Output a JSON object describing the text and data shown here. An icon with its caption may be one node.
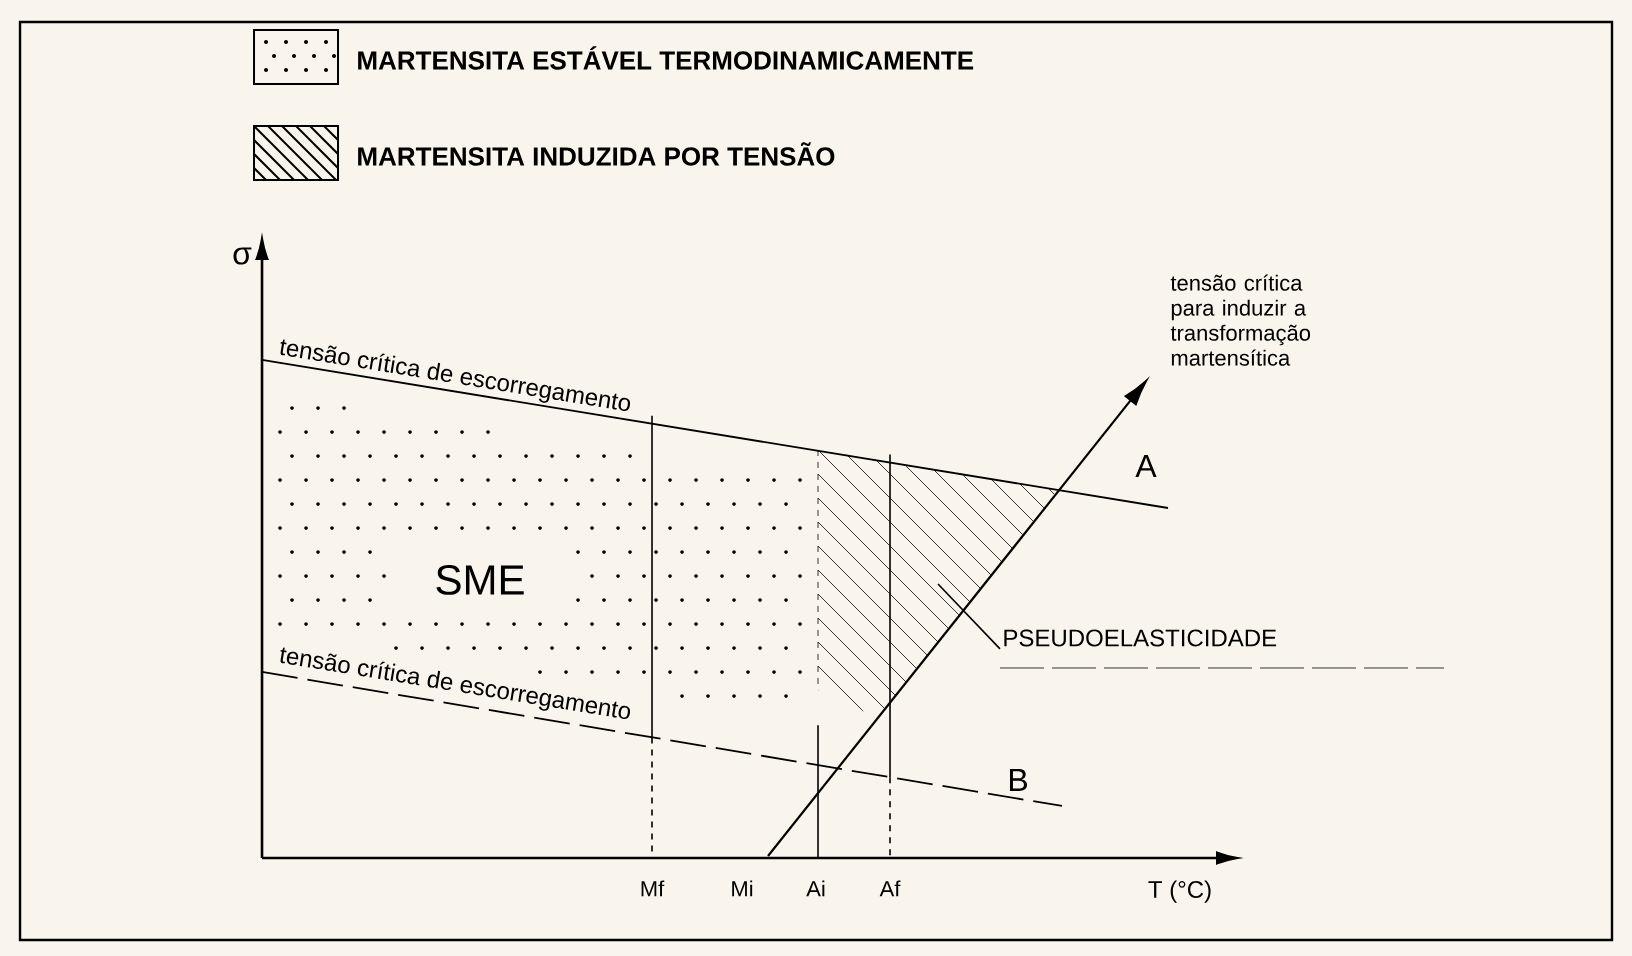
{
  "diagram": {
    "nodes": [
      {
        "text": [],
        "shape": "polygon"
      },
      {
        "text": [
          "PSEUDOELASTICIDADE"
        ]
      }
    ],
    "edges": [
      {
        "from": 1,
        "to": 0,
        "arrow": "none"
      }
    ],
    "labels": [
      "σ",
      "tensão crítica de escorregamento",
      "tensão crítica para induzir a transformação martensítica",
      "A",
      "SME",
      "tensão crítica de escorregamento",
      "B",
      "Mf",
      "Mi",
      "Ai",
      "Af",
      "T (°C)"
    ],
    "legend": [
      {
        "text": "MARTENSITA ESTÁVEL TERMODINAMICAMENTE"
      },
      {
        "text": "MARTENSITA INDUZIDA POR TENSÃO"
      }
    ]
  }
}
